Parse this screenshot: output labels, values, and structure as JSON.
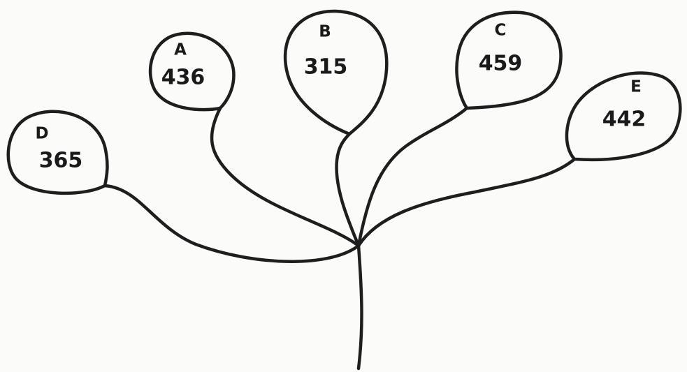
{
  "nodes": [
    {
      "id": "A",
      "label": "A",
      "value": "436"
    },
    {
      "id": "B",
      "label": "B",
      "value": "315"
    },
    {
      "id": "C",
      "label": "C",
      "value": "459"
    },
    {
      "id": "D",
      "label": "D",
      "value": "365"
    },
    {
      "id": "E",
      "label": "E",
      "value": "442"
    }
  ]
}
